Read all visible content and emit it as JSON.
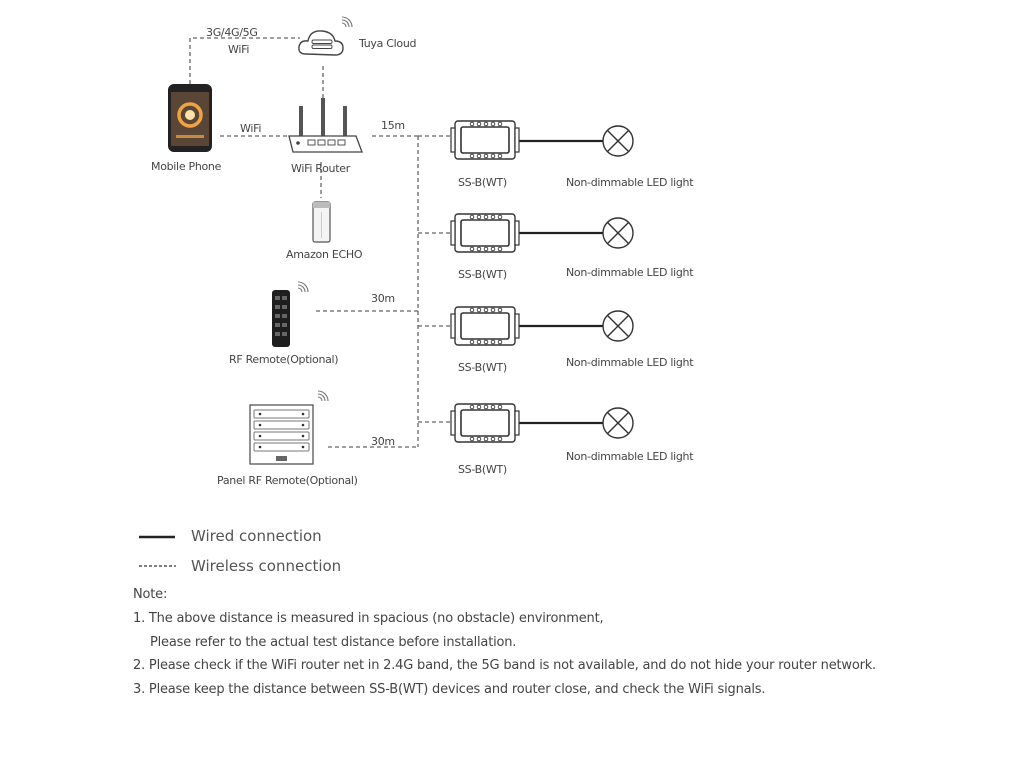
{
  "diagram": {
    "labels": {
      "cell_networks": "3G/4G/5G",
      "wifi_top": "WiFi",
      "tuya_cloud": "Tuya Cloud",
      "wifi_link": "WiFi",
      "distance_router": "15m",
      "mobile_phone": "Mobile Phone",
      "wifi_router": "WiFi Router",
      "amazon_echo": "Amazon ECHO",
      "distance_rf_remote": "30m",
      "rf_remote": "RF Remote(Optional)",
      "distance_panel_remote": "30m",
      "panel_rf_remote": "Panel RF Remote(Optional)"
    },
    "receivers": [
      {
        "model": "SS-B(WT)",
        "load": "Non-dimmable LED light"
      },
      {
        "model": "SS-B(WT)",
        "load": "Non-dimmable LED light"
      },
      {
        "model": "SS-B(WT)",
        "load": "Non-dimmable LED light"
      },
      {
        "model": "SS-B(WT)",
        "load": "Non-dimmable LED light"
      }
    ]
  },
  "legend": {
    "wired": "Wired connection",
    "wireless": "Wireless connection"
  },
  "notes": {
    "heading": "Note:",
    "items": [
      "1. The above distance is measured in spacious (no obstacle) environment,",
      "Please refer to the actual test distance before installation.",
      "2. Please check if the WiFi router net in 2.4G band, the 5G band is not available, and do not hide your router network.",
      "3. Please keep the distance between SS-B(WT) devices and router close, and check the WiFi signals."
    ]
  }
}
